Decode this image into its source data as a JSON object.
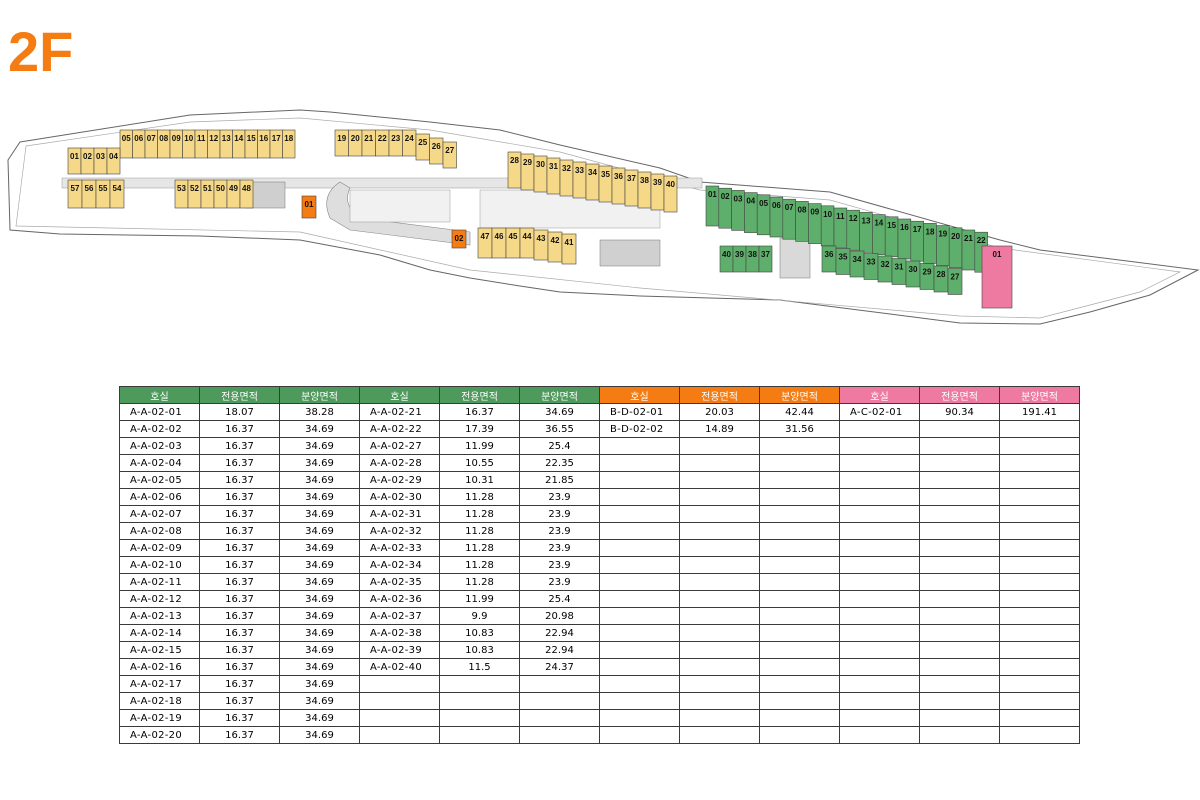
{
  "floor_label": "2F",
  "plan": {
    "unit_labels": {
      "left_top": [
        "05",
        "06",
        "07",
        "08",
        "09",
        "10",
        "11",
        "12",
        "13",
        "14",
        "15",
        "16",
        "17",
        "18"
      ],
      "left_mid": [
        "01",
        "02",
        "03",
        "04"
      ],
      "left_bottom": [
        "57",
        "56",
        "55",
        "54",
        "53",
        "52",
        "51",
        "50",
        "49",
        "48"
      ],
      "center_top": [
        "19",
        "20",
        "21",
        "22",
        "23",
        "24",
        "25",
        "26",
        "27"
      ],
      "center_row": [
        "28",
        "29",
        "30",
        "31",
        "32",
        "33",
        "34",
        "35",
        "36",
        "37",
        "38",
        "39",
        "40"
      ],
      "center_lower": [
        "47",
        "46",
        "45",
        "44",
        "43",
        "42",
        "41"
      ],
      "green_top": [
        "01",
        "02",
        "03",
        "04",
        "05",
        "06",
        "07",
        "08",
        "09",
        "10",
        "11",
        "12",
        "13",
        "14",
        "15",
        "16",
        "17",
        "18",
        "19",
        "20",
        "21",
        "22"
      ],
      "green_bottom": [
        "40",
        "39",
        "38",
        "37",
        "36",
        "35",
        "34",
        "33",
        "32",
        "31",
        "30",
        "29",
        "28",
        "27"
      ],
      "orange_units": [
        "01",
        "02"
      ],
      "pink_unit": "01"
    },
    "colors": {
      "yellow": "#f5d888",
      "green": "#5faf6c",
      "orange": "#f57c12",
      "pink": "#ee7aa2"
    }
  },
  "table": {
    "groups": [
      {
        "color": "#4e9a5d",
        "header": [
          "호실",
          "전용면적",
          "분양면적"
        ]
      },
      {
        "color": "#4e9a5d",
        "header": [
          "호실",
          "전용면적",
          "분양면적"
        ]
      },
      {
        "color": "#f57c12",
        "header": [
          "호실",
          "전용면적",
          "분양면적"
        ]
      },
      {
        "color": "#ee7aa2",
        "header": [
          "호실",
          "전용면적",
          "분양면적"
        ]
      }
    ],
    "columns": [
      [
        [
          "A-A-02-01",
          "18.07",
          "38.28"
        ],
        [
          "A-A-02-02",
          "16.37",
          "34.69"
        ],
        [
          "A-A-02-03",
          "16.37",
          "34.69"
        ],
        [
          "A-A-02-04",
          "16.37",
          "34.69"
        ],
        [
          "A-A-02-05",
          "16.37",
          "34.69"
        ],
        [
          "A-A-02-06",
          "16.37",
          "34.69"
        ],
        [
          "A-A-02-07",
          "16.37",
          "34.69"
        ],
        [
          "A-A-02-08",
          "16.37",
          "34.69"
        ],
        [
          "A-A-02-09",
          "16.37",
          "34.69"
        ],
        [
          "A-A-02-10",
          "16.37",
          "34.69"
        ],
        [
          "A-A-02-11",
          "16.37",
          "34.69"
        ],
        [
          "A-A-02-12",
          "16.37",
          "34.69"
        ],
        [
          "A-A-02-13",
          "16.37",
          "34.69"
        ],
        [
          "A-A-02-14",
          "16.37",
          "34.69"
        ],
        [
          "A-A-02-15",
          "16.37",
          "34.69"
        ],
        [
          "A-A-02-16",
          "16.37",
          "34.69"
        ],
        [
          "A-A-02-17",
          "16.37",
          "34.69"
        ],
        [
          "A-A-02-18",
          "16.37",
          "34.69"
        ],
        [
          "A-A-02-19",
          "16.37",
          "34.69"
        ],
        [
          "A-A-02-20",
          "16.37",
          "34.69"
        ]
      ],
      [
        [
          "A-A-02-21",
          "16.37",
          "34.69"
        ],
        [
          "A-A-02-22",
          "17.39",
          "36.55"
        ],
        [
          "A-A-02-27",
          "11.99",
          "25.4"
        ],
        [
          "A-A-02-28",
          "10.55",
          "22.35"
        ],
        [
          "A-A-02-29",
          "10.31",
          "21.85"
        ],
        [
          "A-A-02-30",
          "11.28",
          "23.9"
        ],
        [
          "A-A-02-31",
          "11.28",
          "23.9"
        ],
        [
          "A-A-02-32",
          "11.28",
          "23.9"
        ],
        [
          "A-A-02-33",
          "11.28",
          "23.9"
        ],
        [
          "A-A-02-34",
          "11.28",
          "23.9"
        ],
        [
          "A-A-02-35",
          "11.28",
          "23.9"
        ],
        [
          "A-A-02-36",
          "11.99",
          "25.4"
        ],
        [
          "A-A-02-37",
          "9.9",
          "20.98"
        ],
        [
          "A-A-02-38",
          "10.83",
          "22.94"
        ],
        [
          "A-A-02-39",
          "10.83",
          "22.94"
        ],
        [
          "A-A-02-40",
          "11.5",
          "24.37"
        ]
      ],
      [
        [
          "B-D-02-01",
          "20.03",
          "42.44"
        ],
        [
          "B-D-02-02",
          "14.89",
          "31.56"
        ]
      ],
      [
        [
          "A-C-02-01",
          "90.34",
          "191.41"
        ]
      ]
    ]
  }
}
